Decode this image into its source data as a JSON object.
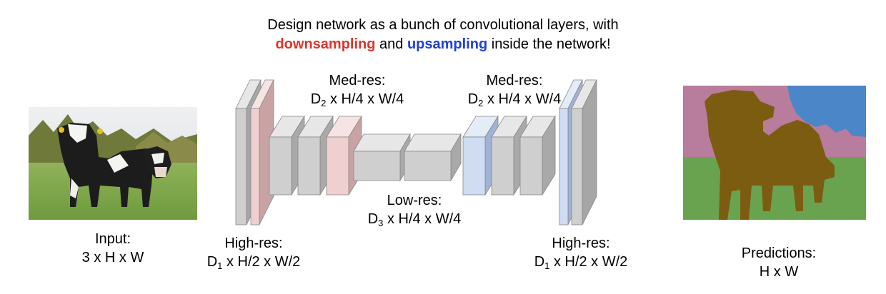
{
  "title": {
    "line1": "Design network as a bunch of convolutional layers, with",
    "downsampling": "downsampling",
    "middle": " and ",
    "upsampling": "upsampling",
    "end": " inside the network!"
  },
  "input": {
    "label_line1": "Input:",
    "label_line2": "3 x H x W"
  },
  "predictions": {
    "label_line1": "Predictions:",
    "label_line2": "H x W"
  },
  "labels": {
    "high_res_left": {
      "name": "High-res:",
      "d": "D",
      "sub": "1",
      "rest": " x H/2 x W/2"
    },
    "high_res_right": {
      "name": "High-res:",
      "d": "D",
      "sub": "1",
      "rest": " x H/2 x W/2"
    },
    "med_res_left": {
      "name": "Med-res:",
      "d": "D",
      "sub": "2",
      "rest": " x H/4 x W/4"
    },
    "med_res_right": {
      "name": "Med-res:",
      "d": "D",
      "sub": "2",
      "rest": " x H/4 x W/4"
    },
    "low_res": {
      "name": "Low-res:",
      "d": "D",
      "sub": "3",
      "rest": " x H/4 x W/4"
    }
  },
  "colors": {
    "gray": "#cfcfcf",
    "pink": "#efcfcf",
    "pink_dark": "#c9a3a3",
    "blue": "#cfdcf2",
    "sky": "#4a86c8",
    "pink_seg": "#b87c9c",
    "grass_seg": "#6aa34f",
    "cow_seg": "#7c5c10",
    "red_text": "#e0332a",
    "blue_text": "#1f3fe0"
  }
}
